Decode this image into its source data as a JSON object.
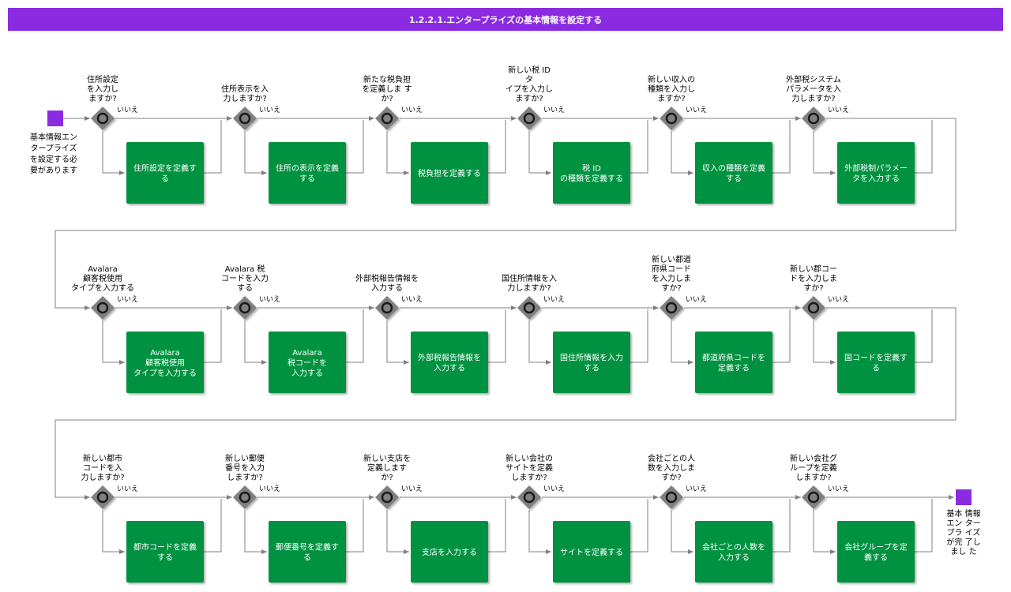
{
  "title": "1.2.2.1.エンタープライズの基本情報を設定する",
  "colors": {
    "title_bg": "#8a2be2",
    "task": "#00923f",
    "terminal": "#8a2be2",
    "gateway": "#808080",
    "line": "#808080"
  },
  "start_label": [
    "基本情報エン",
    "タープライズ",
    "を設定する必",
    "要があります"
  ],
  "end_label": [
    "基本 情報",
    "エン ター",
    "プラ イズ",
    "が完 了し",
    "まし た"
  ],
  "no_label": "いいえ",
  "rows": [
    [
      {
        "question": [
          "住所設定",
          "を入力し",
          "ますか?"
        ],
        "task": [
          "住所設定を定義す",
          "る"
        ]
      },
      {
        "question": [
          "住所表示を入",
          "力しますか?"
        ],
        "task": [
          "住所の表示を定義",
          "する"
        ]
      },
      {
        "question": [
          "新たな税負担",
          "を定義しま す",
          "か?"
        ],
        "task": [
          "税負担を定義する"
        ]
      },
      {
        "question": [
          "新しい税 ID",
          "タ",
          "イプを入力し",
          "ますか?"
        ],
        "task": [
          "税 ID",
          "の種類を定義する"
        ]
      },
      {
        "question": [
          "新しい収入の",
          "種類を入力し",
          "ますか?"
        ],
        "task": [
          "収入の種類を定義",
          "する"
        ]
      },
      {
        "question": [
          "外部税システム",
          "パラメータを入",
          "力しますか?"
        ],
        "task": [
          "外部税制パラメー",
          "タを入力する"
        ]
      }
    ],
    [
      {
        "question": [
          "Avalara",
          "顧客税使用",
          "タイプを入力する"
        ],
        "task": [
          "Avalara",
          "顧客税使用",
          "タイプを入力する"
        ]
      },
      {
        "question": [
          "Avalara 税",
          "コードを入力",
          "する"
        ],
        "task": [
          "Avalara",
          "税コードを",
          "入力する"
        ]
      },
      {
        "question": [
          "外部税報告情報を",
          "入力する"
        ],
        "task": [
          "外部税報告情報を",
          "入力する"
        ]
      },
      {
        "question": [
          "国住所情報を入",
          "力しますか?"
        ],
        "task": [
          "国住所情報を入力",
          "する"
        ]
      },
      {
        "question": [
          "新しい都道",
          "府県コード",
          "を入力しま",
          "すか?"
        ],
        "task": [
          "都道府県コードを",
          "定義する"
        ]
      },
      {
        "question": [
          "新しい郡コー",
          "ドを入力しま",
          "すか?"
        ],
        "task": [
          "国コードを定義す",
          "る"
        ]
      }
    ],
    [
      {
        "question": [
          "新しい都市",
          "コードを入",
          "力しますか?"
        ],
        "task": [
          "都市コードを定義",
          "する"
        ]
      },
      {
        "question": [
          "新しい郵便",
          "番号を入力",
          "しますか?"
        ],
        "task": [
          "郵便番号を定義す",
          "る"
        ]
      },
      {
        "question": [
          "新しい支店を",
          "定義します",
          "か?"
        ],
        "task": [
          "支店を入力する"
        ]
      },
      {
        "question": [
          "新しい会社の",
          "サイトを定義",
          "しますか?"
        ],
        "task": [
          "サイトを定義する"
        ]
      },
      {
        "question": [
          "会社ごとの人",
          "数を入力しま",
          "すか?"
        ],
        "task": [
          "会社ごとの人数を",
          "入力する"
        ]
      },
      {
        "question": [
          "新しい会社グ",
          "ループを定義",
          "しますか?"
        ],
        "task": [
          "会社グループを定",
          "義する"
        ]
      }
    ]
  ]
}
